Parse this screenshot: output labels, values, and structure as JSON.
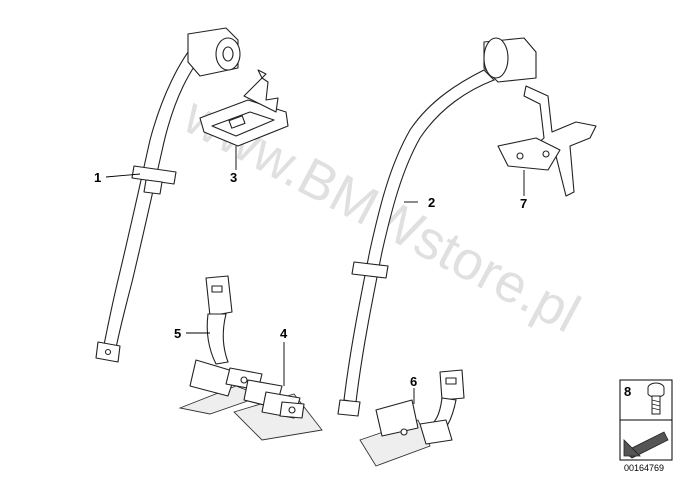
{
  "watermark": "www.BMWstore.pl",
  "callouts": {
    "n1": "1",
    "n2": "2",
    "n3": "3",
    "n4": "4",
    "n5": "5",
    "n6": "6",
    "n7": "7",
    "n8": "8"
  },
  "diagram_code": "00164769"
}
